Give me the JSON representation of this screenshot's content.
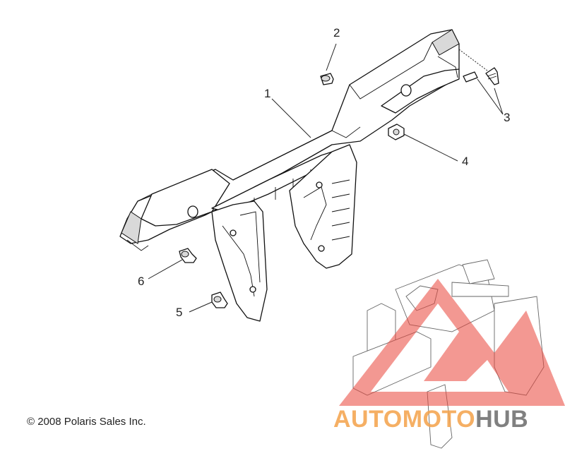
{
  "callouts": [
    {
      "label": "1"
    },
    {
      "label": "2"
    },
    {
      "label": "3"
    },
    {
      "label": "4"
    },
    {
      "label": "5"
    },
    {
      "label": "6"
    }
  ],
  "copyright": "© 2008 Polaris Sales Inc.",
  "watermark": {
    "part1": "AUTOMOTO",
    "part2": "HUB",
    "color_primary": "#f4a24a",
    "color_secondary": "#6b6b6b",
    "triangle_color": "#e8473d"
  }
}
